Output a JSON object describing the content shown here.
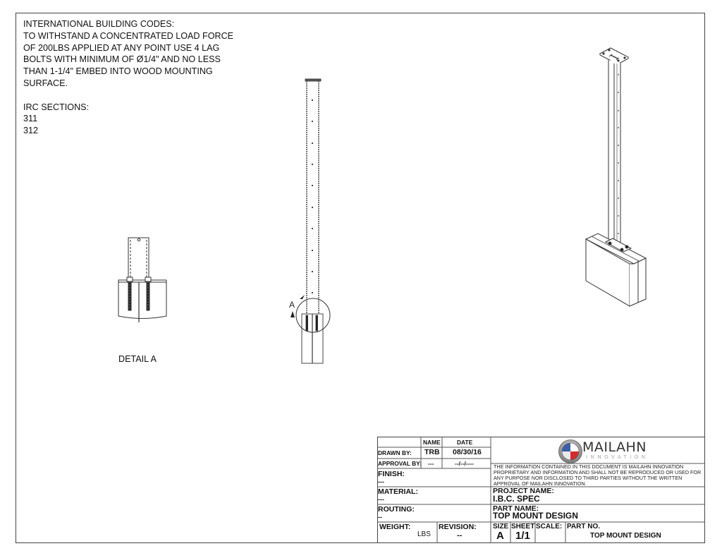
{
  "notes": {
    "lines": [
      "INTERNATIONAL BUILDING CODES:",
      "TO WITHSTAND A CONCENTRATED LOAD FORCE",
      "OF 200LBS APPLIED AT ANY POINT USE 4 LAG",
      "BOLTS WITH MINIMUM OF Ø1/4\" AND NO LESS",
      "THAN 1-1/4\" EMBED INTO WOOD MOUNTING",
      "SURFACE."
    ],
    "irc_heading": "IRC SECTIONS:",
    "irc_sections": [
      "311",
      "312"
    ]
  },
  "views": {
    "detail_label": "DETAIL A",
    "callout_letter": "A"
  },
  "title_block": {
    "header": {
      "name": "NAME",
      "date": "DATE"
    },
    "drawn_by": {
      "label": "DRAWN BY:",
      "name": "TRB",
      "date": "08/30/16"
    },
    "approval_by": {
      "label": "APPROVAL BY:",
      "name": "---",
      "date": "--/--/----"
    },
    "finish": {
      "label": "FINISH:",
      "value": "---"
    },
    "material": {
      "label": "MATERIAL:",
      "value": "---"
    },
    "routing": {
      "label": "ROUTING:",
      "value": "--"
    },
    "weight": {
      "label": "WEIGHT:",
      "unit": "LBS"
    },
    "revision": {
      "label": "REVISION:",
      "value": "--"
    },
    "logo": {
      "name": "MAILAHN",
      "sub": "INNOVATION",
      "colors": {
        "blue": "#3b5fa8",
        "red": "#d12b2b",
        "white": "#ffffff"
      }
    },
    "disclaimer": "THE INFORMATION CONTAINED IN THIS DOCUMENT IS MAILAHN INNOVATION PROPRIETARY AND INFORMATION AND SHALL NOT BE REPRODUCED OR USED FOR ANY PURPOSE NOR DISCLOSED TO THIRD PARTIES WITHOUT THE WRITTEN APPROVAL OF MAILAHN INNOVATION.",
    "project_name": {
      "label": "PROJECT NAME:",
      "value": "I.B.C. SPEC"
    },
    "part_name": {
      "label": "PART NAME:",
      "value": "TOP MOUNT DESIGN"
    },
    "size": {
      "label": "SIZE",
      "value": "A"
    },
    "sheet": {
      "label": "SHEET",
      "value": "1/1"
    },
    "scale": {
      "label": "SCALE:",
      "value": ""
    },
    "part_no": {
      "label": "PART NO.",
      "value": "TOP MOUNT DESIGN"
    }
  }
}
